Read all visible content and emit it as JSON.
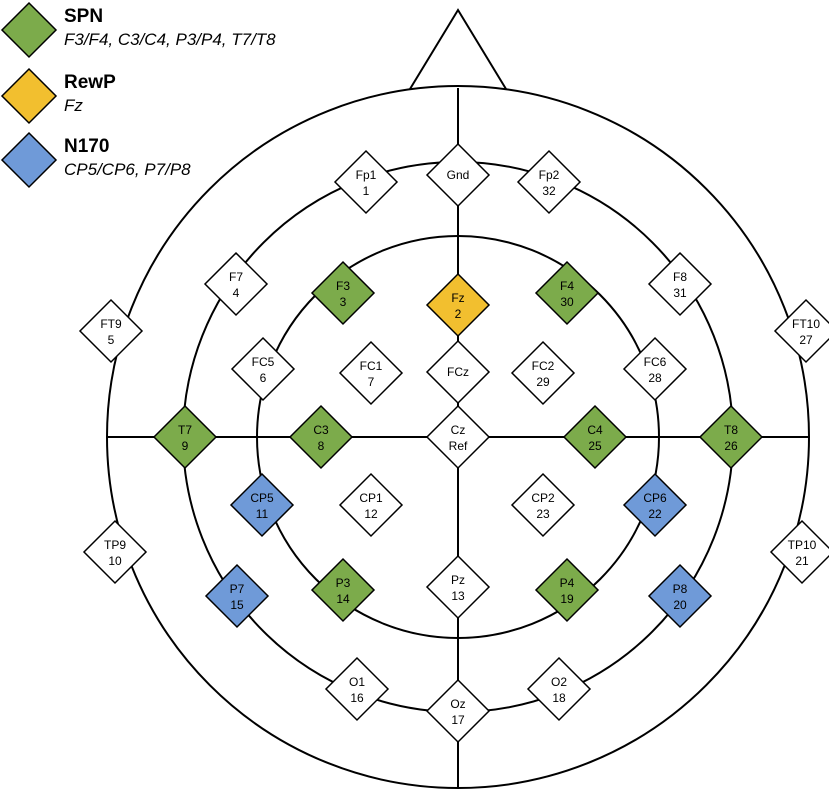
{
  "colors": {
    "spn": "#7cab4b",
    "rewp": "#f2bf2f",
    "n170": "#6f9ad8",
    "none": "#ffffff",
    "line": "#000000"
  },
  "legend": [
    {
      "key": "spn",
      "title": "SPN",
      "sites": "F3/F4, C3/C4, P3/P4, T7/T8"
    },
    {
      "key": "rewp",
      "title": "RewP",
      "sites": "Fz"
    },
    {
      "key": "n170",
      "title": "N170",
      "sites": "CP5/CP6, P7/P8"
    }
  ],
  "electrodes": [
    {
      "name": "Gnd",
      "num": "",
      "group": "none"
    },
    {
      "name": "Fp1",
      "num": "1",
      "group": "none"
    },
    {
      "name": "Fp2",
      "num": "32",
      "group": "none"
    },
    {
      "name": "F7",
      "num": "4",
      "group": "none"
    },
    {
      "name": "F3",
      "num": "3",
      "group": "spn"
    },
    {
      "name": "Fz",
      "num": "2",
      "group": "rewp"
    },
    {
      "name": "F4",
      "num": "30",
      "group": "spn"
    },
    {
      "name": "F8",
      "num": "31",
      "group": "none"
    },
    {
      "name": "FT9",
      "num": "5",
      "group": "none"
    },
    {
      "name": "FT10",
      "num": "27",
      "group": "none"
    },
    {
      "name": "FC5",
      "num": "6",
      "group": "none"
    },
    {
      "name": "FC1",
      "num": "7",
      "group": "none"
    },
    {
      "name": "FCz",
      "num": "",
      "group": "none"
    },
    {
      "name": "FC2",
      "num": "29",
      "group": "none"
    },
    {
      "name": "FC6",
      "num": "28",
      "group": "none"
    },
    {
      "name": "T7",
      "num": "9",
      "group": "spn"
    },
    {
      "name": "C3",
      "num": "8",
      "group": "spn"
    },
    {
      "name": "Cz",
      "num": "Ref",
      "group": "none"
    },
    {
      "name": "C4",
      "num": "25",
      "group": "spn"
    },
    {
      "name": "T8",
      "num": "26",
      "group": "spn"
    },
    {
      "name": "CP5",
      "num": "11",
      "group": "n170"
    },
    {
      "name": "CP1",
      "num": "12",
      "group": "none"
    },
    {
      "name": "CP2",
      "num": "23",
      "group": "none"
    },
    {
      "name": "CP6",
      "num": "22",
      "group": "n170"
    },
    {
      "name": "TP9",
      "num": "10",
      "group": "none"
    },
    {
      "name": "TP10",
      "num": "21",
      "group": "none"
    },
    {
      "name": "P7",
      "num": "15",
      "group": "n170"
    },
    {
      "name": "P3",
      "num": "14",
      "group": "spn"
    },
    {
      "name": "Pz",
      "num": "13",
      "group": "none"
    },
    {
      "name": "P4",
      "num": "19",
      "group": "spn"
    },
    {
      "name": "P8",
      "num": "20",
      "group": "n170"
    },
    {
      "name": "O1",
      "num": "16",
      "group": "none"
    },
    {
      "name": "Oz",
      "num": "17",
      "group": "none"
    },
    {
      "name": "O2",
      "num": "18",
      "group": "none"
    }
  ]
}
